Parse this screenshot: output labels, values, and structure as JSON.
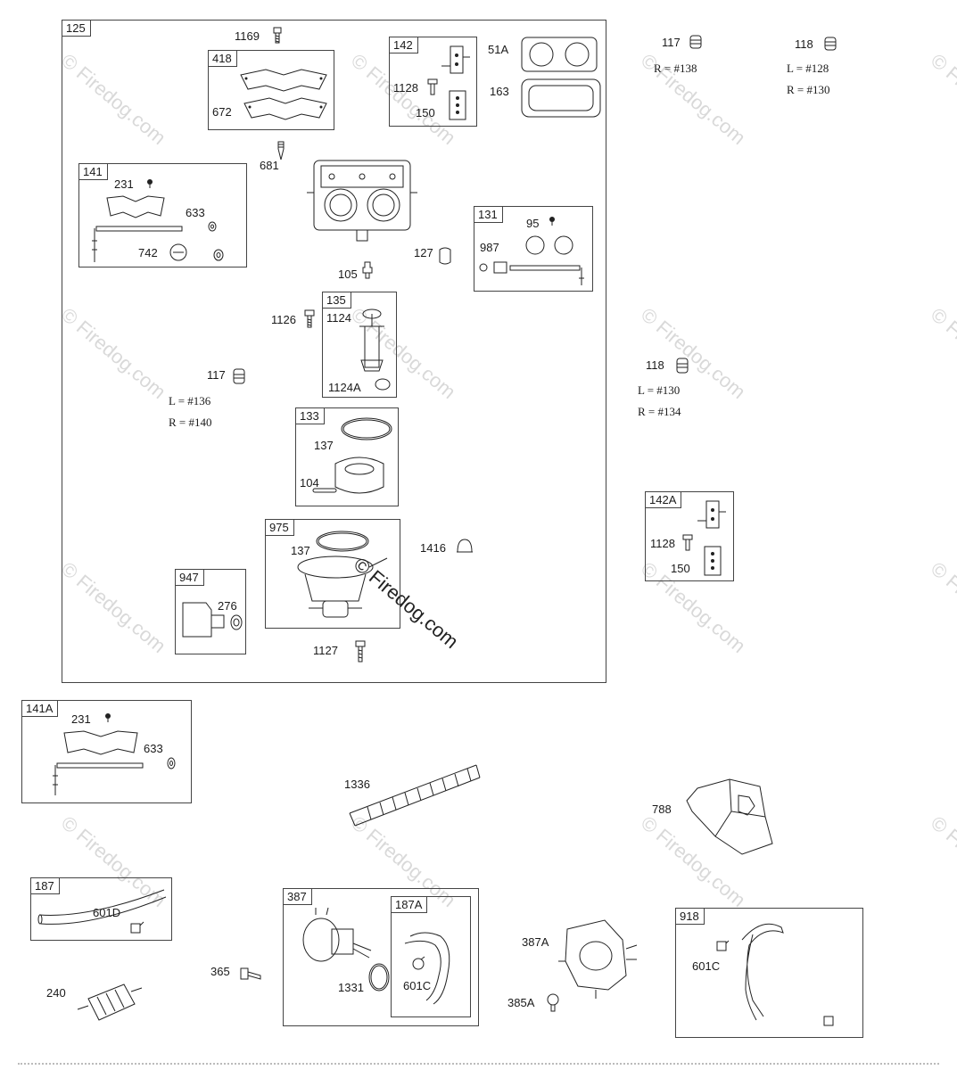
{
  "watermark": "© Firedog.com",
  "callouts": {
    "c1169": "1169",
    "c418": "418",
    "c672": "672",
    "c142": "142",
    "c1128": "1128",
    "c150": "150",
    "c51A": "51A",
    "c163": "163",
    "c117a": "117",
    "c118a": "118",
    "c681": "681",
    "c141": "141",
    "c231": "231",
    "c633": "633",
    "c742": "742",
    "c131": "131",
    "c95": "95",
    "c987": "987",
    "c127": "127",
    "c105": "105",
    "c135": "135",
    "c1124": "1124",
    "c1126": "1126",
    "c1124A": "1124A",
    "c117b": "117",
    "c118b": "118",
    "c133": "133",
    "c137": "137",
    "c104": "104",
    "c975": "975",
    "c137b": "137",
    "c1416": "1416",
    "c947": "947",
    "c276": "276",
    "c1127": "1127",
    "c142A": "142A",
    "c1128b": "1128",
    "c150b": "150",
    "c141A": "141A",
    "c231b": "231",
    "c633b": "633",
    "c1336": "1336",
    "c788": "788",
    "c187": "187",
    "c601D": "601D",
    "c240": "240",
    "c387": "387",
    "c187A": "187A",
    "c1331": "1331",
    "c601C": "601C",
    "c365": "365",
    "c387A": "387A",
    "c385A": "385A",
    "c918": "918",
    "c601Cb": "601C",
    "c125": "125"
  },
  "notes": {
    "n117a_R": "R = #138",
    "n118a_L": "L = #128",
    "n118a_R": "R = #130",
    "n117b_L": "L = #136",
    "n117b_R": "R = #140",
    "n118b_L": "L = #130",
    "n118b_R": "R = #134"
  }
}
